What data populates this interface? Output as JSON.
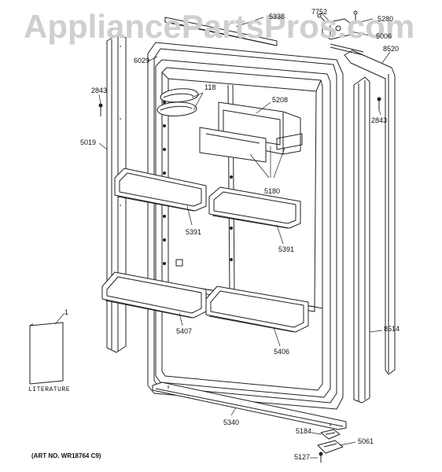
{
  "watermark": "AppliancePartsPros.com",
  "art_number": "(ART NO. WR18764 C9)",
  "literature_label": "LITERATURE",
  "callouts": {
    "c5338": "5338",
    "c7752": "7752",
    "c5280": "5280",
    "c5006": "5006",
    "c6029": "6029",
    "c8520": "8520",
    "c2843a": "2843",
    "c118": "118",
    "c5208": "5208",
    "c2843b": "2843",
    "c5019": "5019",
    "c5180": "5180",
    "c5391a": "5391",
    "c5391b": "5391",
    "c1": "1",
    "c5407": "5407",
    "c8514": "8514",
    "c5406": "5406",
    "c5340": "5340",
    "c5184": "5184",
    "c5061": "5061",
    "c5127": "5127"
  }
}
